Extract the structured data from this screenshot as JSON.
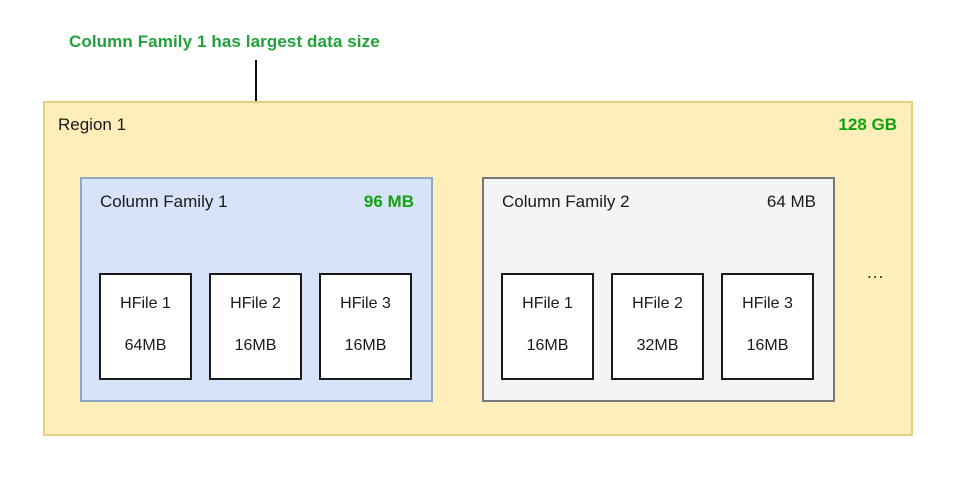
{
  "annotation": {
    "text": "Column Family 1 has largest data size",
    "color": "#22a13a",
    "arrow_icon": "down-arrow-icon"
  },
  "region": {
    "title": "Region 1",
    "size": "128 GB",
    "size_color": "#11a211",
    "background": "#fdeeba",
    "border": "#e3cf7e",
    "more_indicator": "...",
    "column_families": [
      {
        "title": "Column Family 1",
        "size": "96 MB",
        "size_highlighted": true,
        "background": "#d6e3f8",
        "border": "#8fa6c4",
        "hfiles": [
          {
            "name": "HFile 1",
            "size": "64MB"
          },
          {
            "name": "HFile 2",
            "size": "16MB"
          },
          {
            "name": "HFile 3",
            "size": "16MB"
          }
        ]
      },
      {
        "title": "Column Family 2",
        "size": "64 MB",
        "size_highlighted": false,
        "background": "#f4f4f4",
        "border": "#777777",
        "hfiles": [
          {
            "name": "HFile 1",
            "size": "16MB"
          },
          {
            "name": "HFile 2",
            "size": "32MB"
          },
          {
            "name": "HFile 3",
            "size": "16MB"
          }
        ]
      }
    ]
  }
}
